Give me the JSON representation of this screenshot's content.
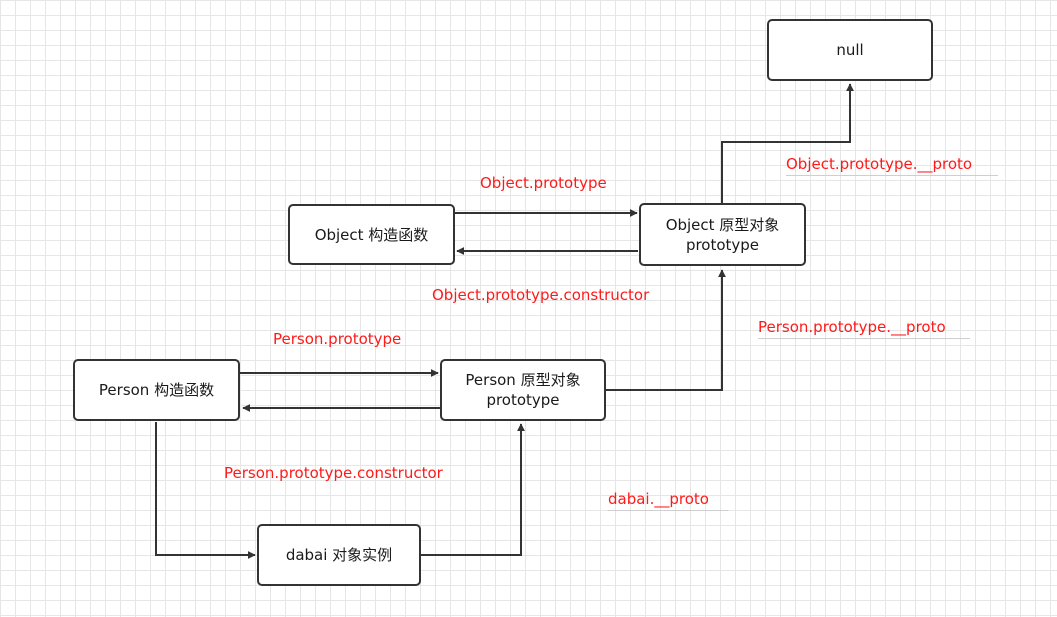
{
  "nodes": {
    "null_box": "null",
    "object_ctor": "Object 构造函数",
    "object_proto_line1": "Object 原型对象",
    "object_proto_line2": "prototype",
    "person_ctor": "Person 构造函数",
    "person_proto_line1": "Person 原型对象",
    "person_proto_line2": "prototype",
    "dabai": "dabai 对象实例"
  },
  "labels": {
    "object_proto_proto": "Object.prototype.__proto",
    "object_prototype": "Object.prototype",
    "object_prototype_constructor": "Object.prototype.constructor",
    "person_proto_proto": "Person.prototype.__proto",
    "person_prototype": "Person.prototype",
    "person_prototype_constructor": "Person.prototype.constructor",
    "dabai_proto": "dabai.__proto"
  },
  "colors": {
    "label_red": "#ff1a1a",
    "line_dark": "#333333",
    "grid": "#e6e6e6"
  }
}
